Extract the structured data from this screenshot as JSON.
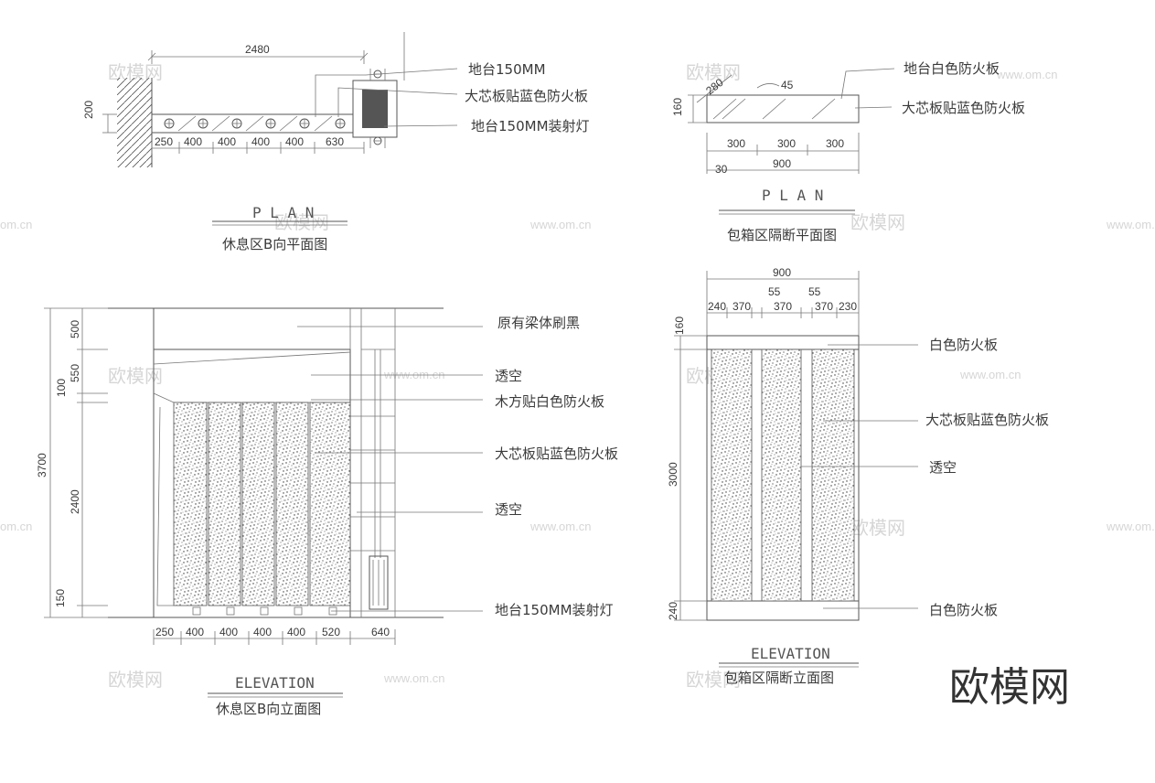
{
  "watermarks": {
    "brand": "欧模网",
    "url": "www.om.cn",
    "url_short": "om.cn"
  },
  "logo": "欧模网",
  "plan_b": {
    "title_en": "P L A N",
    "title_cn": "休息区B向平面图",
    "dim_total": "2480",
    "dim_depth": "200",
    "dims": [
      "250",
      "400",
      "400",
      "400",
      "400",
      "630"
    ],
    "labels": [
      "地台150MM",
      "大芯板贴蓝色防火板",
      "地台150MM装射灯"
    ]
  },
  "plan_box": {
    "title_en": "P L A N",
    "title_cn": "包箱区隔断平面图",
    "dim_depth": "160",
    "dim_diag": "280",
    "dim_angle": "45",
    "dims": [
      "300",
      "300",
      "300"
    ],
    "dim_total": "900",
    "dim_offset": "30",
    "labels": [
      "地台白色防火板",
      "大芯板贴蓝色防火板"
    ]
  },
  "elev_b": {
    "title_en": "ELEVATION",
    "title_cn": "休息区B向立面图",
    "dim_total_h": "3700",
    "dims_v": [
      "500",
      "550",
      "100",
      "2400",
      "150"
    ],
    "dims_h": [
      "250",
      "400",
      "400",
      "400",
      "400",
      "520",
      "640"
    ],
    "labels": [
      "原有梁体刷黑",
      "透空",
      "木方贴白色防火板",
      "大芯板贴蓝色防火板",
      "透空",
      "地台150MM装射灯"
    ]
  },
  "elev_box": {
    "title_en": "ELEVATION",
    "title_cn": "包箱区隔断立面图",
    "dim_total": "900",
    "dims_h": [
      "240",
      "370",
      "55",
      "370",
      "55",
      "370",
      "230"
    ],
    "dims_v": [
      "160",
      "3000",
      "240"
    ],
    "labels": [
      "白色防火板",
      "大芯板贴蓝色防火板",
      "透空",
      "白色防火板"
    ]
  }
}
